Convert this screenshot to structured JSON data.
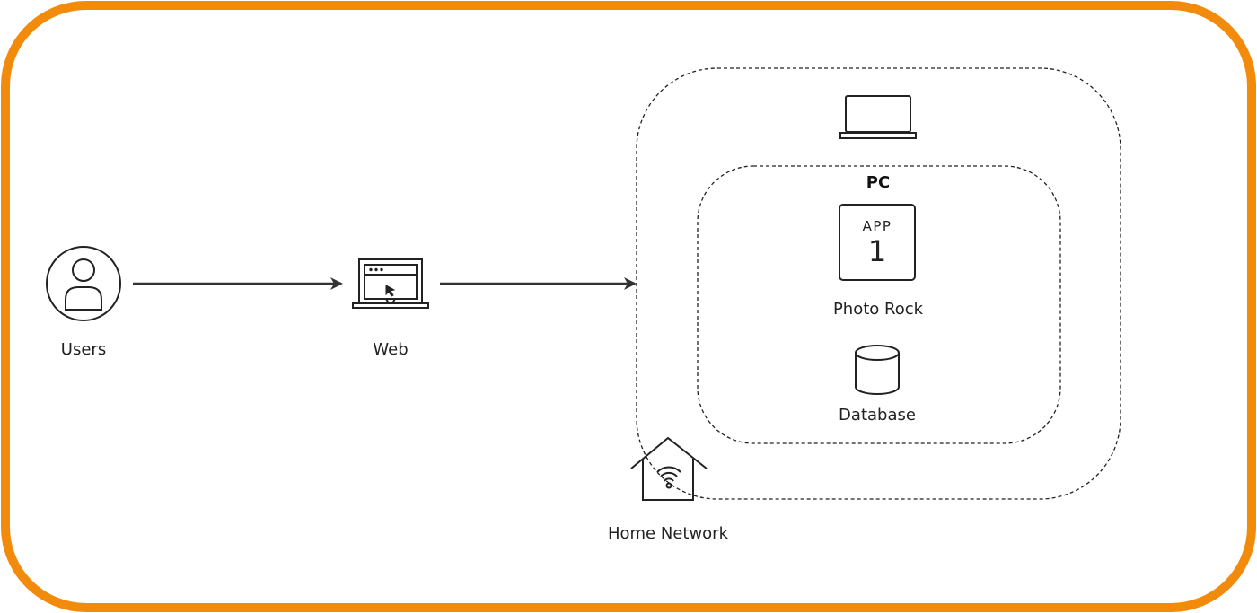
{
  "colors": {
    "outer_border": "#F28A0C",
    "stroke": "#222222",
    "arrow": "#333333",
    "dashed": "#222222"
  },
  "nodes": {
    "users": {
      "label": "Users",
      "icon": "user-icon"
    },
    "web": {
      "label": "Web",
      "icon": "browser-laptop-icon"
    },
    "home_network": {
      "label": "Home Network",
      "icon": "home-wifi-icon"
    },
    "pc": {
      "title": "PC",
      "icon": "laptop-icon"
    },
    "app": {
      "badge_top": "APP",
      "badge_number": "1",
      "label": "Photo Rock",
      "icon": "app-icon"
    },
    "database": {
      "label": "Database",
      "icon": "database-icon"
    }
  },
  "edges": [
    {
      "from": "users",
      "to": "web"
    },
    {
      "from": "web",
      "to": "home_network"
    }
  ]
}
